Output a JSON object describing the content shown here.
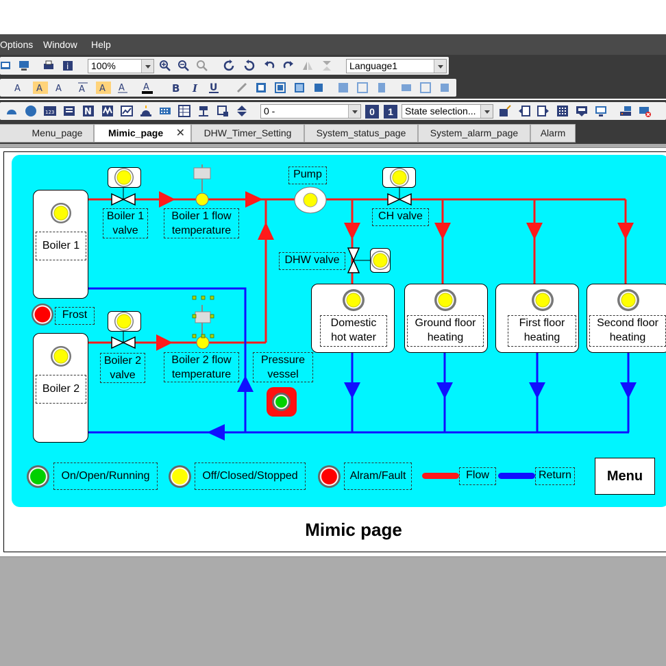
{
  "menubar": {
    "items": [
      "Options",
      "Window",
      "Help"
    ]
  },
  "toolbar": {
    "zoom": "100%",
    "language": "Language1",
    "state_value": "0 -",
    "state_selection": "State selection...",
    "state_0": "0",
    "state_1": "1"
  },
  "tabs": [
    {
      "label": "Menu_page"
    },
    {
      "label": "Mimic_page"
    },
    {
      "label": "DHW_Timer_Setting"
    },
    {
      "label": "System_status_page"
    },
    {
      "label": "System_alarm_page"
    },
    {
      "label": "Alarm"
    }
  ],
  "mimic": {
    "title": "Mimic page",
    "pump": "Pump",
    "boiler1": "Boiler 1",
    "boiler2": "Boiler 2",
    "frost": "Frost",
    "boiler1_valve": [
      "Boiler 1",
      "valve"
    ],
    "boiler2_valve": [
      "Boiler 2",
      "valve"
    ],
    "boiler1_flow": [
      "Boiler 1 flow",
      "temperature"
    ],
    "boiler2_flow": [
      "Boiler 2 flow",
      "temperature"
    ],
    "ch_valve": "CH valve",
    "dhw_valve": "DHW valve",
    "pressure_vessel": [
      "Pressure",
      "vessel"
    ],
    "zones": [
      [
        "Domestic",
        "hot water"
      ],
      [
        "Ground floor",
        "heating"
      ],
      [
        "First floor",
        "heating"
      ],
      [
        "Second floor",
        "heating"
      ]
    ],
    "legend": {
      "on": "On/Open/Running",
      "off": "Off/Closed/Stopped",
      "alarm": "Alram/Fault",
      "flow": "Flow",
      "return": "Return"
    },
    "menu_button": "Menu"
  },
  "colors": {
    "flow": "#ff0000",
    "return": "#0000ff",
    "background": "#00f5ff",
    "lamp_on": "#00cc00",
    "lamp_off": "#ffff00",
    "lamp_alarm": "#ff0000"
  }
}
